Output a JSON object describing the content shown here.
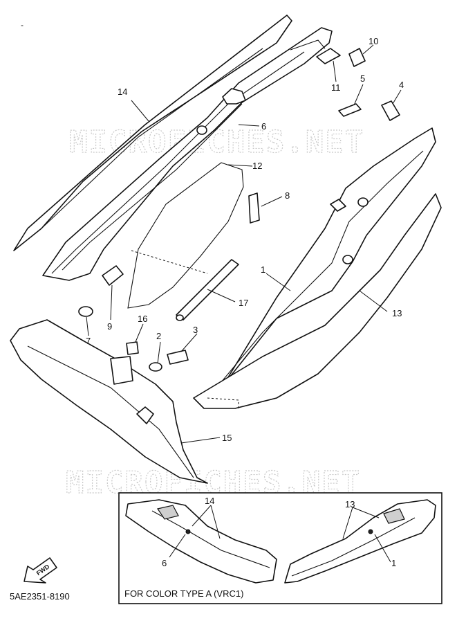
{
  "watermark": "MICROFICHES.NET",
  "part_code": "5AE2351-8190",
  "fwd_label": "FWD",
  "inset_caption": "FOR COLOR TYPE A (VRC1)",
  "top_left_mark": "-",
  "callouts": [
    "1",
    "2",
    "3",
    "4",
    "5",
    "6",
    "7",
    "8",
    "9",
    "10",
    "11",
    "12",
    "13",
    "14",
    "15",
    "16",
    "17"
  ],
  "inset_callouts": [
    "14",
    "6",
    "13",
    "1"
  ]
}
